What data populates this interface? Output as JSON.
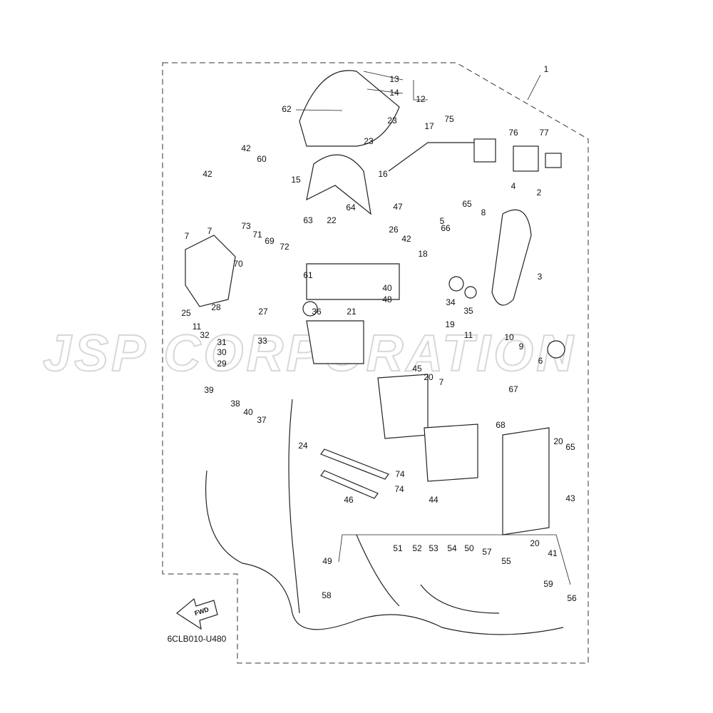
{
  "diagram": {
    "code": "6CLB010-U480",
    "fwd_label": "FWD",
    "watermark": "JSP CORPORATION",
    "labels": [
      "1",
      "13",
      "14",
      "12",
      "62",
      "23",
      "17",
      "75",
      "76",
      "77",
      "42",
      "60",
      "23",
      "16",
      "42",
      "15",
      "4",
      "2",
      "47",
      "64",
      "65",
      "8",
      "73",
      "71",
      "63",
      "22",
      "26",
      "5",
      "66",
      "42",
      "7",
      "7",
      "69",
      "72",
      "18",
      "70",
      "61",
      "3",
      "40",
      "48",
      "34",
      "35",
      "25",
      "28",
      "36",
      "21",
      "27",
      "11",
      "32",
      "31",
      "33",
      "19",
      "11",
      "10",
      "9",
      "30",
      "6",
      "29",
      "45",
      "20",
      "7",
      "39",
      "67",
      "38",
      "40",
      "37",
      "68",
      "20",
      "65",
      "24",
      "74",
      "74",
      "46",
      "44",
      "43",
      "49",
      "51",
      "52",
      "53",
      "54",
      "50",
      "57",
      "55",
      "20",
      "41",
      "59",
      "56",
      "58"
    ]
  }
}
